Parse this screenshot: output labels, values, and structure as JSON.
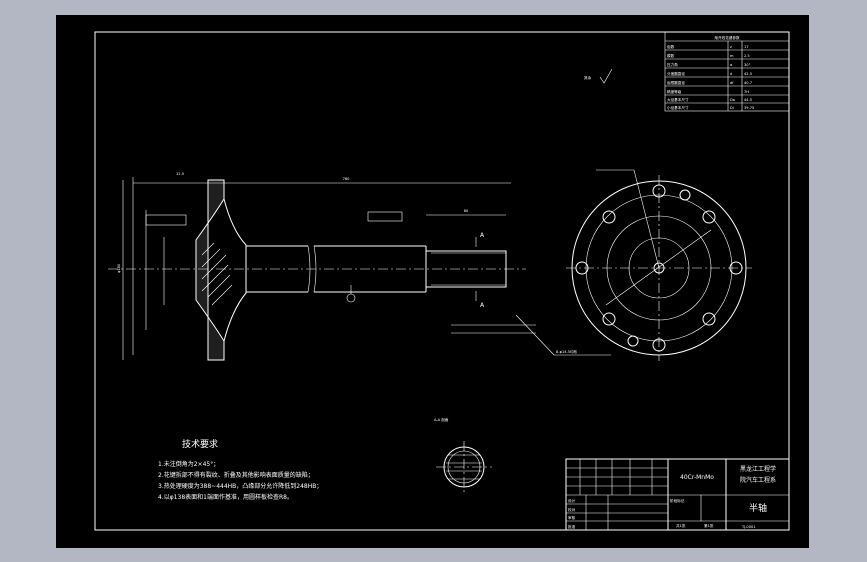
{
  "tech_requirements": {
    "title": "技术要求",
    "items": [
      "1.未注倒角为2×45°；",
      "2.花键拆部不得有裂纹、折叠及其他影响表面质量的缺陷；",
      "3.热处理硬度为388~444HB，凸缘部分允许降低到248HB；",
      "4.以φ138表面和1端面作基准，用圆样板检查R8。"
    ]
  },
  "section_label": "A-A 剖面",
  "title_block": {
    "material": "40Cr-MnMo",
    "school_line1": "黑龙江工程学",
    "school_line2": "院汽车工程系",
    "part_name": "半轴",
    "drawing_no": "TJ-0001",
    "row_labels": [
      "设计",
      "校对",
      "审核",
      "批准"
    ],
    "footer": [
      "共1张",
      "第1张"
    ],
    "stamp": "阶段标记"
  },
  "spline_table": {
    "header": "渐开线花键参数",
    "rows": [
      [
        "齿数",
        "z",
        "17"
      ],
      [
        "模数",
        "m",
        "2.5"
      ],
      [
        "压力角",
        "α",
        "30°"
      ],
      [
        "分度圆直径",
        "d",
        "42.5"
      ],
      [
        "齿根圆直径",
        "df",
        "40.7"
      ],
      [
        "精度等级",
        "",
        "7H"
      ],
      [
        "大径基本尺寸",
        "Da",
        "44.5"
      ],
      [
        "小径基本尺寸",
        "Di",
        "39.75"
      ]
    ]
  },
  "dimension_labels": {
    "overall_length": "760",
    "spline_length": "80",
    "flange_dia": "φ180",
    "bolt_circle": "8-φ14.5均布",
    "roughness": "12.5"
  }
}
